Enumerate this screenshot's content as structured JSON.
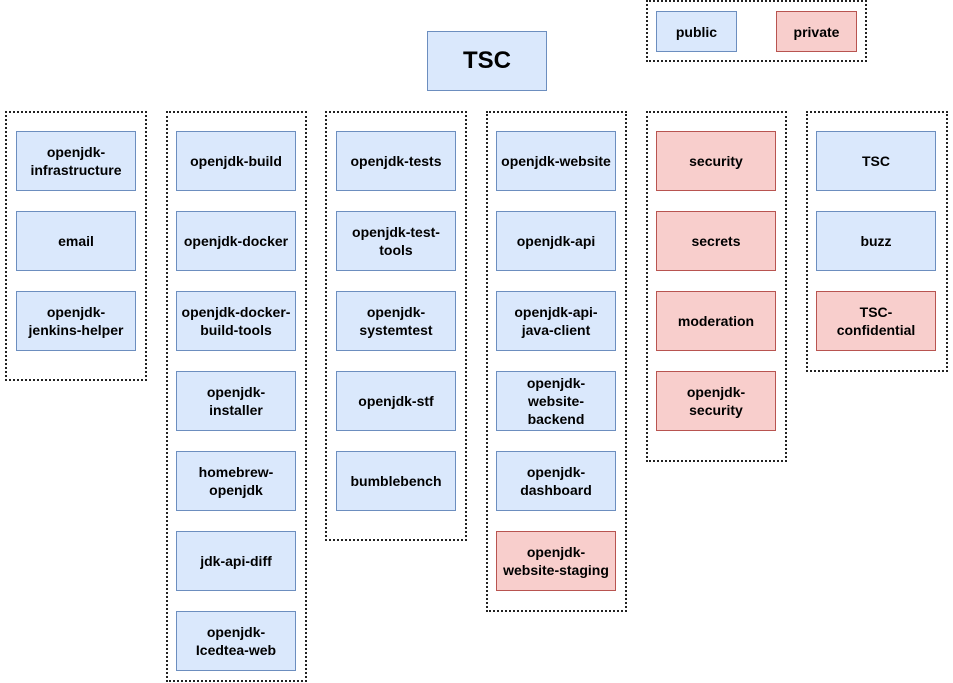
{
  "colors": {
    "public_fill": "#dae8fc",
    "public_stroke": "#6c8ebf",
    "private_fill": "#f8cecc",
    "private_stroke": "#b85450"
  },
  "root": {
    "label": "TSC"
  },
  "legend": {
    "public": "public",
    "private": "private"
  },
  "groups": [
    {
      "items": [
        {
          "label": "openjdk-\ninfrastructure",
          "access": "public"
        },
        {
          "label": "email",
          "access": "public"
        },
        {
          "label": "openjdk-\njenkins-helper",
          "access": "public"
        }
      ]
    },
    {
      "items": [
        {
          "label": "openjdk-build",
          "access": "public"
        },
        {
          "label": "openjdk-docker",
          "access": "public"
        },
        {
          "label": "openjdk-docker-\nbuild-tools",
          "access": "public"
        },
        {
          "label": "openjdk-\ninstaller",
          "access": "public"
        },
        {
          "label": "homebrew-\nopenjdk",
          "access": "public"
        },
        {
          "label": "jdk-api-diff",
          "access": "public"
        },
        {
          "label": "openjdk-\nIcedtea-web",
          "access": "public"
        }
      ]
    },
    {
      "items": [
        {
          "label": "openjdk-tests",
          "access": "public"
        },
        {
          "label": "openjdk-test-\ntools",
          "access": "public"
        },
        {
          "label": "openjdk-\nsystemtest",
          "access": "public"
        },
        {
          "label": "openjdk-stf",
          "access": "public"
        },
        {
          "label": "bumblebench",
          "access": "public"
        }
      ]
    },
    {
      "items": [
        {
          "label": "openjdk-website",
          "access": "public"
        },
        {
          "label": "openjdk-api",
          "access": "public"
        },
        {
          "label": "openjdk-api-\njava-client",
          "access": "public"
        },
        {
          "label": "openjdk-\nwebsite-\nbackend",
          "access": "public"
        },
        {
          "label": "openjdk-\ndashboard",
          "access": "public"
        },
        {
          "label": "openjdk-\nwebsite-staging",
          "access": "private"
        }
      ]
    },
    {
      "items": [
        {
          "label": "security",
          "access": "private"
        },
        {
          "label": "secrets",
          "access": "private"
        },
        {
          "label": "moderation",
          "access": "private"
        },
        {
          "label": "openjdk-\nsecurity",
          "access": "private"
        }
      ]
    },
    {
      "items": [
        {
          "label": "TSC",
          "access": "public"
        },
        {
          "label": "buzz",
          "access": "public"
        },
        {
          "label": "TSC-\nconfidential",
          "access": "private"
        }
      ]
    }
  ]
}
